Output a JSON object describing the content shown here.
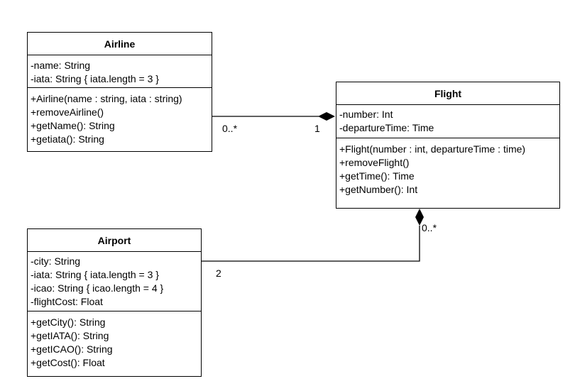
{
  "classes": {
    "airline": {
      "name": "Airline",
      "attributes": [
        "-name: String",
        "-iata: String { iata.length = 3 }"
      ],
      "operations": [
        "+Airline(name : string, iata : string)",
        "+removeAirline()",
        "+getName(): String",
        "+getiata(): String"
      ]
    },
    "flight": {
      "name": "Flight",
      "attributes": [
        "-number: Int",
        "-departureTime: Time"
      ],
      "operations": [
        "+Flight(number : int, departureTime : time)",
        "+removeFlight()",
        "+getTime(): Time",
        "+getNumber(): Int"
      ]
    },
    "airport": {
      "name": "Airport",
      "attributes": [
        "-city: String",
        "-iata: String { iata.length = 3 }",
        "-icao: String { icao.length = 4 }",
        "-flightCost: Float"
      ],
      "operations": [
        "+getCity(): String",
        "+getIATA(): String",
        "+getICAO(): String",
        "+getCost(): Float"
      ]
    }
  },
  "associations": {
    "airline_flight": {
      "type": "composition",
      "airline_end": "0..*",
      "flight_end": "1"
    },
    "airport_flight": {
      "type": "composition",
      "airport_end": "2",
      "flight_end": "0..*"
    }
  }
}
